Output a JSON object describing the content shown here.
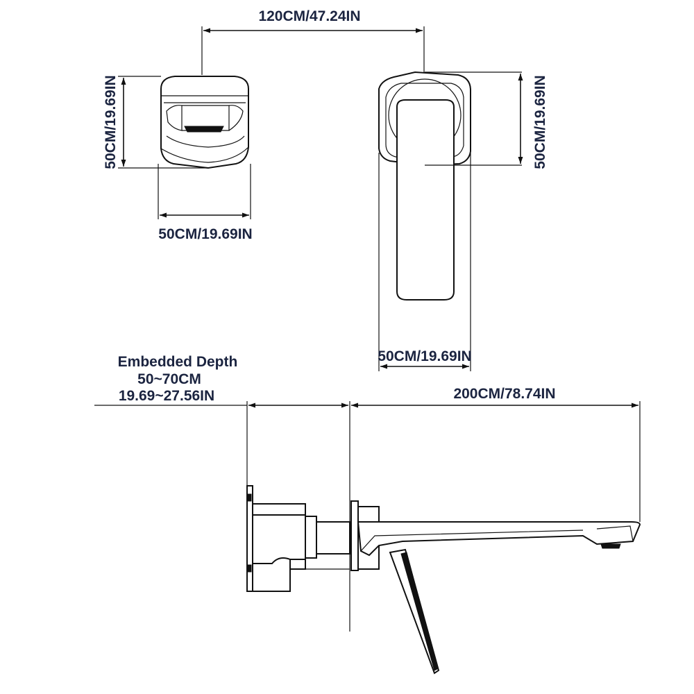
{
  "dimensions": {
    "spout_spacing": "120CM/47.24IN",
    "handle_height": "50CM/19.69IN",
    "handle_width": "50CM/19.69IN",
    "plate_height": "50CM/19.69IN",
    "plate_width": "50CM/19.69IN",
    "spout_length": "200CM/78.74IN"
  },
  "embedded_depth": {
    "title": "Embedded Depth",
    "cm": "50~70CM",
    "inches": "19.69~27.56IN"
  }
}
